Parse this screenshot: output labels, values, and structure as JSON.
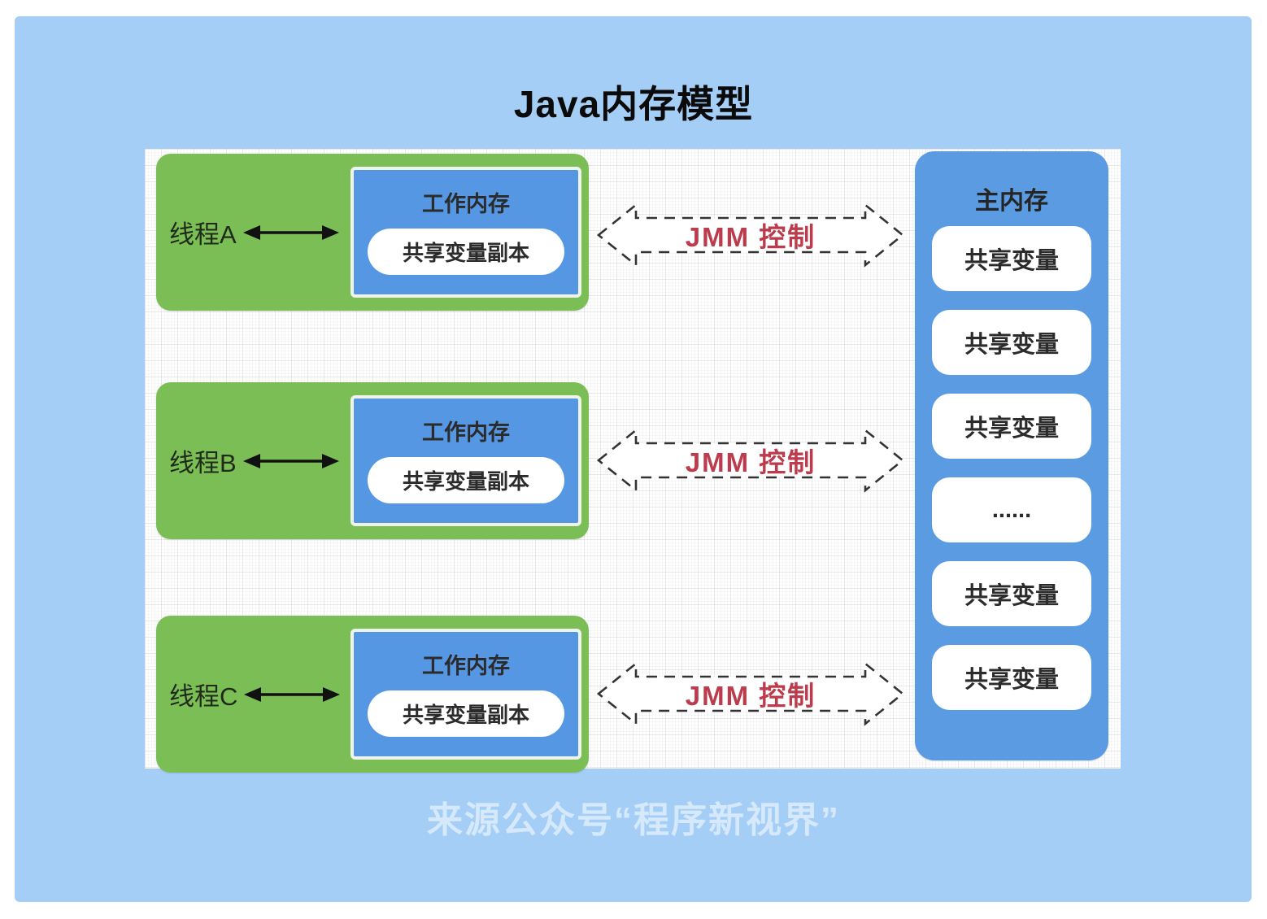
{
  "title": "Java内存模型",
  "watermark": "来源公众号“程序新视界”",
  "jmm_arrow": {
    "label": "JMM 控制"
  },
  "threads": [
    {
      "label": "线程A",
      "work_memory": {
        "title": "工作内存",
        "variable_copy": "共享变量副本"
      }
    },
    {
      "label": "线程B",
      "work_memory": {
        "title": "工作内存",
        "variable_copy": "共享变量副本"
      }
    },
    {
      "label": "线程C",
      "work_memory": {
        "title": "工作内存",
        "variable_copy": "共享变量副本"
      }
    }
  ],
  "main_memory": {
    "title": "主内存",
    "slots": [
      "共享变量",
      "共享变量",
      "共享变量",
      "......",
      "共享变量",
      "共享变量"
    ]
  },
  "icons": {
    "thread_link": "solid-double-headed-arrow",
    "jmm_control": "dashed-double-headed-arrow-outline"
  },
  "colors": {
    "panel_bg": "#A5CEF7",
    "thread_block_green": "#7CBE56",
    "work_memory_blue": "#5597E3",
    "main_memory_blue": "#5B9BE2",
    "jmm_text_red": "#BC3B4C",
    "dark_text": "#2b2b2b",
    "watermark_text": "rgba(255,255,255,0.55)"
  }
}
